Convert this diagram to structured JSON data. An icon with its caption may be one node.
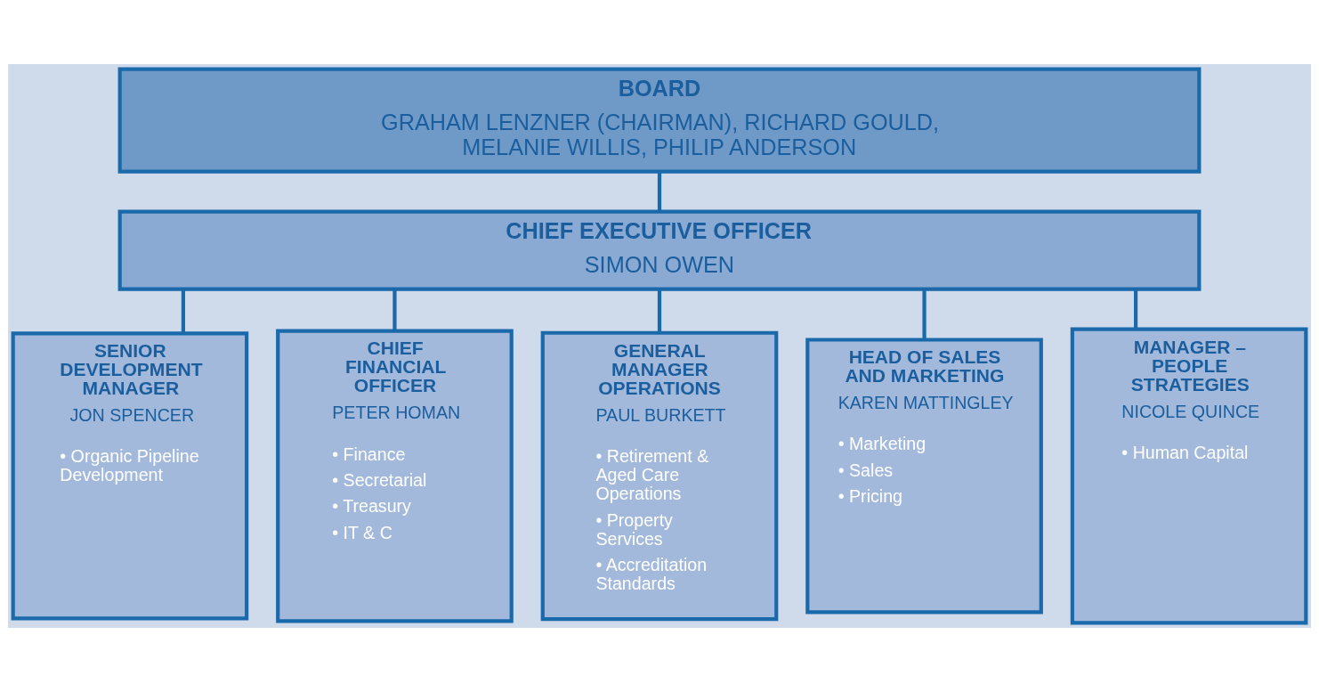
{
  "diagram": {
    "nodes": [
      {
        "text": [
          "BOARD",
          "GRAHAM LENZNER (CHAIRMAN), RICHARD GOULD, MELANIE WILLIS, PHILIP ANDERSON"
        ]
      },
      {
        "text": [
          "CHIEF EXECUTIVE OFFICER",
          "SIMON OWEN"
        ]
      },
      {
        "text": [
          "SENIOR DEVELOPMENT MANAGER",
          "JON SPENCER",
          "• Organic Pipeline Development"
        ]
      },
      {
        "text": [
          "CHIEF FINANCIAL OFFICER",
          "PETER HOMAN",
          "• Finance",
          "• Secretarial",
          "• Treasury",
          "• IT & C"
        ]
      },
      {
        "text": [
          "GENERAL MANAGER OPERATIONS",
          "PAUL BURKETT",
          "• Retirement & Aged Care Operations",
          "• Property Services",
          "• Accreditation Standards"
        ]
      },
      {
        "text": [
          "HEAD OF SALES AND MARKETING",
          "KAREN MATTINGLEY",
          "• Marketing",
          "• Sales",
          "• Pricing"
        ]
      },
      {
        "text": [
          "MANAGER – PEOPLE STRATEGIES",
          "NICOLE QUINCE",
          "• Human Capital"
        ]
      }
    ],
    "edges": [
      {
        "from": 0,
        "to": 1,
        "arrow": "none"
      },
      {
        "from": 1,
        "to": 2,
        "arrow": "none"
      },
      {
        "from": 1,
        "to": 3,
        "arrow": "none"
      },
      {
        "from": 1,
        "to": 4,
        "arrow": "none"
      },
      {
        "from": 1,
        "to": 5,
        "arrow": "none"
      },
      {
        "from": 1,
        "to": 6,
        "arrow": "none"
      }
    ]
  }
}
